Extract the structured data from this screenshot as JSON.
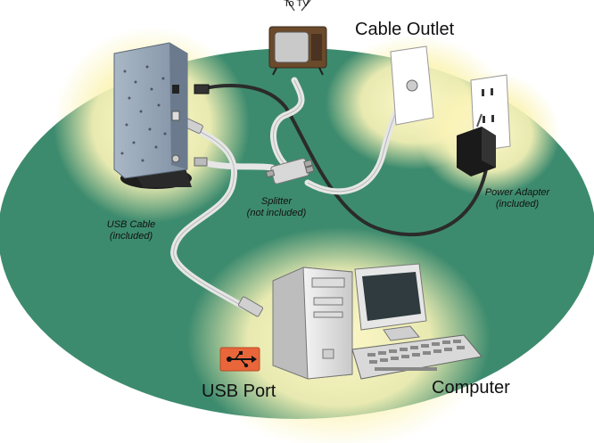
{
  "labels": {
    "to_tv": "To TV",
    "cable_outlet": "Cable Outlet",
    "splitter": "Splitter",
    "splitter_note": "(not included)",
    "usb_cable": "USB Cable",
    "usb_cable_note": "(included)",
    "power_adapter": "Power Adapter",
    "power_adapter_note": "(included)",
    "usb_port": "USB Port",
    "computer": "Computer"
  },
  "colors": {
    "ellipse_green": "#3d8b6e",
    "halo_yellow": "#fbf4b8",
    "cable_white": "#e6e6e6",
    "cable_black": "#2b2b2b",
    "modem_body": "#8fa0b2",
    "usb_port_orange": "#e8663a"
  },
  "icons": [
    "tv-icon",
    "cable-modem-icon",
    "wall-outlet-icon",
    "power-socket-icon",
    "power-adapter-icon",
    "splitter-icon",
    "computer-tower-icon",
    "monitor-icon",
    "keyboard-icon",
    "usb-port-icon"
  ]
}
